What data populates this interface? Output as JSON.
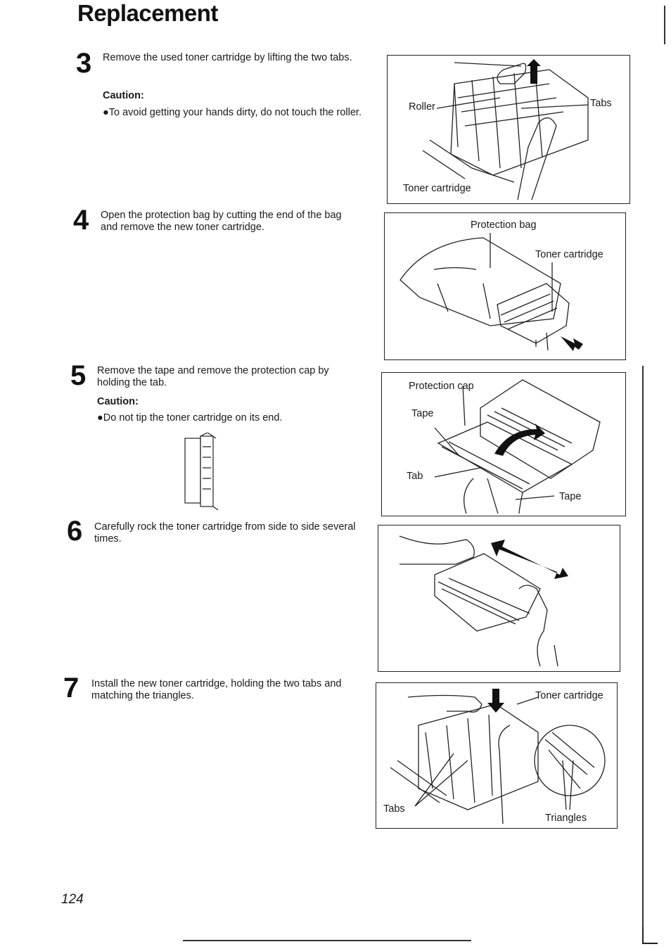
{
  "page": {
    "title": "Replacement",
    "page_number": "124"
  },
  "steps": [
    {
      "number": "3",
      "text": "Remove the used toner cartridge by lifting the two tabs.",
      "caution_label": "Caution:",
      "caution_text": "●To avoid getting your hands dirty, do not touch the roller.",
      "figure_labels": [
        "Roller",
        "Tabs",
        "Toner cartridge"
      ]
    },
    {
      "number": "4",
      "text": "Open the protection bag by cutting the end of the bag and remove the new toner cartridge.",
      "figure_labels": [
        "Protection bag",
        "Toner cartridge"
      ]
    },
    {
      "number": "5",
      "text": "Remove the tape and remove the protection cap by holding the tab.",
      "caution_label": "Caution:",
      "caution_text": "●Do not tip the toner cartridge on its end.",
      "figure_labels": [
        "Protection cap",
        "Tape",
        "Tab",
        "Tape"
      ]
    },
    {
      "number": "6",
      "text": "Carefully rock the toner cartridge from side to side several times."
    },
    {
      "number": "7",
      "text": "Install the new toner cartridge, holding the two tabs and matching the triangles.",
      "figure_labels": [
        "Toner cartridge",
        "Tabs",
        "Triangles"
      ]
    }
  ]
}
